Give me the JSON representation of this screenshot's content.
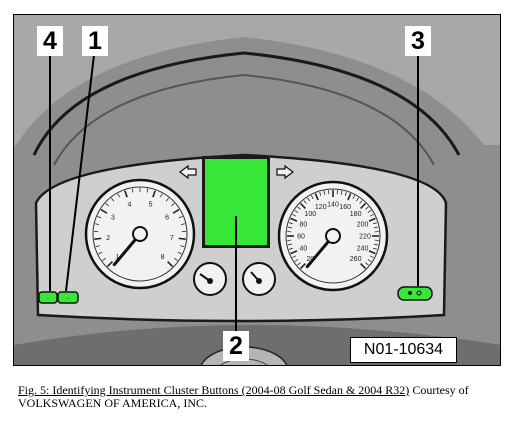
{
  "callouts": {
    "c1": "1",
    "c2": "2",
    "c3": "3",
    "c4": "4"
  },
  "ref_code": "N01-10634",
  "caption": {
    "link_text": "Fig. 5: Identifying Instrument Cluster Buttons (2004-08 Golf Sedan & 2004 R32)",
    "rest_text": " Courtesy of VOLKSWAGEN OF AMERICA, INC."
  },
  "colors": {
    "highlight_green": "#38e838",
    "background_gray": "#8e8e8e",
    "dial_face": "#f2f2f2"
  },
  "tach_labels": [
    "1",
    "2",
    "3",
    "4",
    "5",
    "6",
    "7",
    "8"
  ],
  "speedo_labels": [
    "20",
    "40",
    "60",
    "80",
    "100",
    "120",
    "140",
    "160",
    "180",
    "200",
    "220",
    "240",
    "260"
  ]
}
